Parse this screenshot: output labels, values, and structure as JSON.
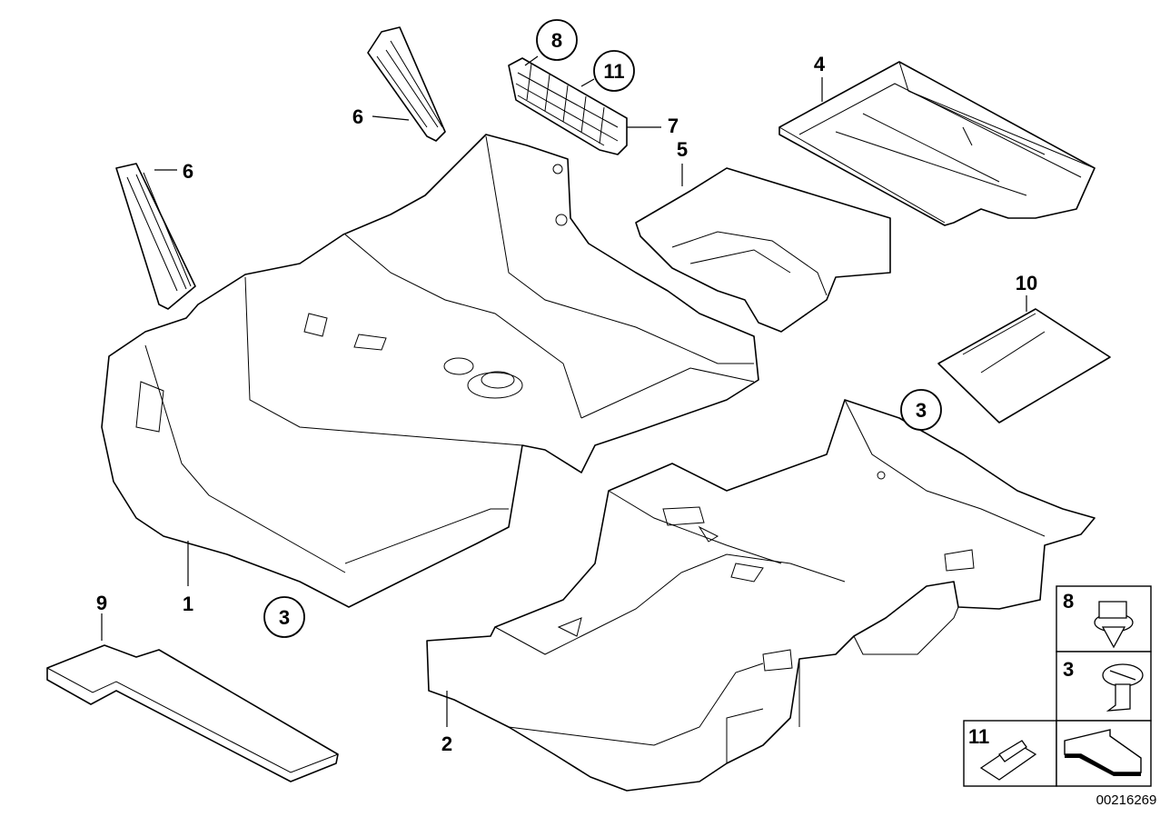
{
  "callouts": {
    "c1": "1",
    "c2": "2",
    "c3a": "3",
    "c3b": "3",
    "c4": "4",
    "c5": "5",
    "c6a": "6",
    "c6b": "6",
    "c7": "7",
    "c8": "8",
    "c9": "9",
    "c10": "10",
    "c11": "11"
  },
  "legend": {
    "l8": "8",
    "l3": "3",
    "l11": "11"
  },
  "doc_number": "00216269"
}
